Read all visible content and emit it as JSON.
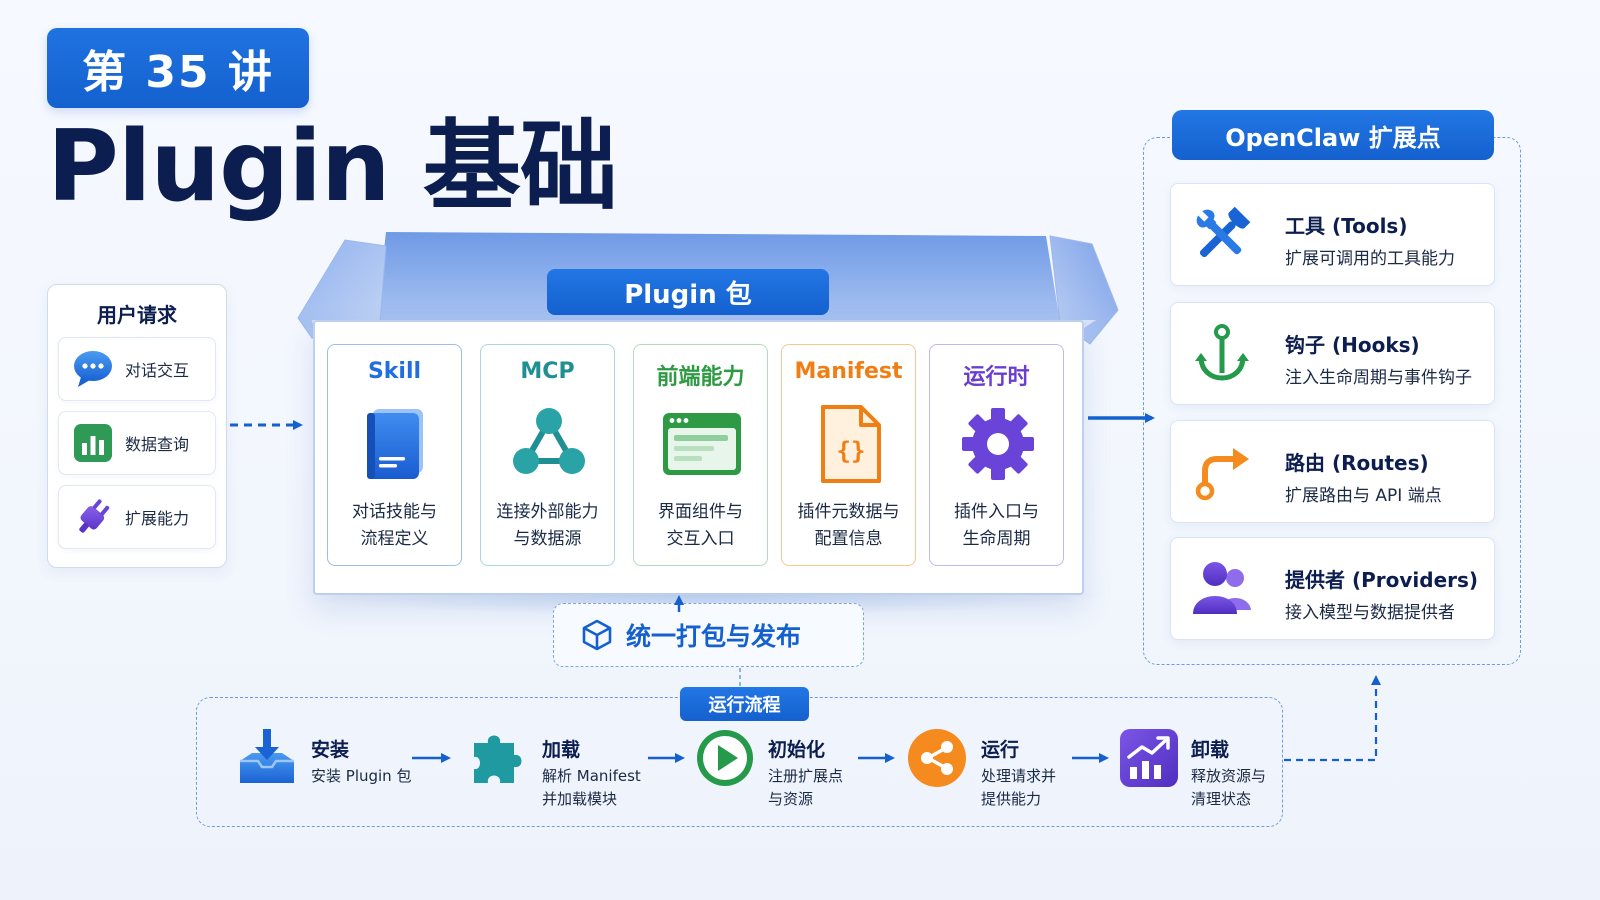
{
  "header": {
    "lecture": "第 35 讲",
    "title": "Plugin 基础"
  },
  "user_request": {
    "title": "用户请求",
    "items": [
      {
        "label": "对话交互",
        "icon": "chat-bubble-icon"
      },
      {
        "label": "数据查询",
        "icon": "bar-chart-icon"
      },
      {
        "label": "扩展能力",
        "icon": "plug-icon"
      }
    ]
  },
  "plugin_package": {
    "label": "Plugin 包",
    "cards": [
      {
        "title": "Skill",
        "desc1": "对话技能与",
        "desc2": "流程定义",
        "icon": "book-icon",
        "color": "#1f6fe0",
        "border": "#9dbcf0"
      },
      {
        "title": "MCP",
        "desc1": "连接外部能力",
        "desc2": "与数据源",
        "icon": "network-nodes-icon",
        "color": "#1f8f93",
        "border": "#a9d8da"
      },
      {
        "title": "前端能力",
        "desc1": "界面组件与",
        "desc2": "交互入口",
        "icon": "browser-window-icon",
        "color": "#2f9a44",
        "border": "#b3dcbc"
      },
      {
        "title": "Manifest",
        "desc1": "插件元数据与",
        "desc2": "配置信息",
        "icon": "json-file-icon",
        "color": "#ef7f14",
        "border": "#f5c893"
      },
      {
        "title": "运行时",
        "desc1": "插件入口与",
        "desc2": "生命周期",
        "icon": "gear-icon",
        "color": "#6a3fd0",
        "border": "#c7b5ee"
      }
    ]
  },
  "publish": {
    "label": "统一打包与发布",
    "icon": "package-cube-icon"
  },
  "run_flow": {
    "label": "运行流程",
    "steps": [
      {
        "title": "安装",
        "desc1": "安装 Plugin 包",
        "desc2": "",
        "icon": "install-download-icon"
      },
      {
        "title": "加载",
        "desc1": "解析 Manifest",
        "desc2": "并加载模块",
        "icon": "puzzle-piece-icon"
      },
      {
        "title": "初始化",
        "desc1": "注册扩展点",
        "desc2": "与资源",
        "icon": "play-icon"
      },
      {
        "title": "运行",
        "desc1": "处理请求并",
        "desc2": "提供能力",
        "icon": "share-nodes-icon"
      },
      {
        "title": "卸载",
        "desc1": "释放资源与",
        "desc2": "清理状态",
        "icon": "chart-trend-icon"
      }
    ]
  },
  "extension_points": {
    "title": "OpenClaw 扩展点",
    "items": [
      {
        "title": "工具 (Tools)",
        "desc": "扩展可调用的工具能力",
        "icon": "tools-icon"
      },
      {
        "title": "钩子 (Hooks)",
        "desc": "注入生命周期与事件钩子",
        "icon": "anchor-hook-icon"
      },
      {
        "title": "路由 (Routes)",
        "desc": "扩展路由与 API 端点",
        "icon": "route-arrow-icon"
      },
      {
        "title": "提供者 (Providers)",
        "desc": "接入模型与数据提供者",
        "icon": "users-icon"
      }
    ]
  },
  "colors": {
    "primary": "#1460cf",
    "navy": "#0c1d4f",
    "dashed": "#6e9be0"
  }
}
